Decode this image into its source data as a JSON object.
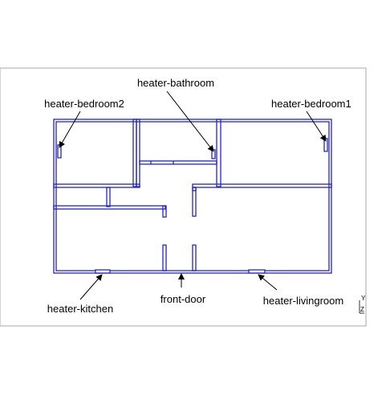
{
  "labels": {
    "heater_bathroom": "heater-bathroom",
    "heater_bedroom2": "heater-bedroom2",
    "heater_bedroom1": "heater-bedroom1",
    "heater_kitchen": "heater-kitchen",
    "front_door": "front-door",
    "heater_livingroom": "heater-livingroom"
  },
  "axis": {
    "y": "Y",
    "z": "Z"
  },
  "colors": {
    "wall": "#2323c8",
    "annotation": "#000000",
    "panel_border": "#aaaaaa"
  }
}
